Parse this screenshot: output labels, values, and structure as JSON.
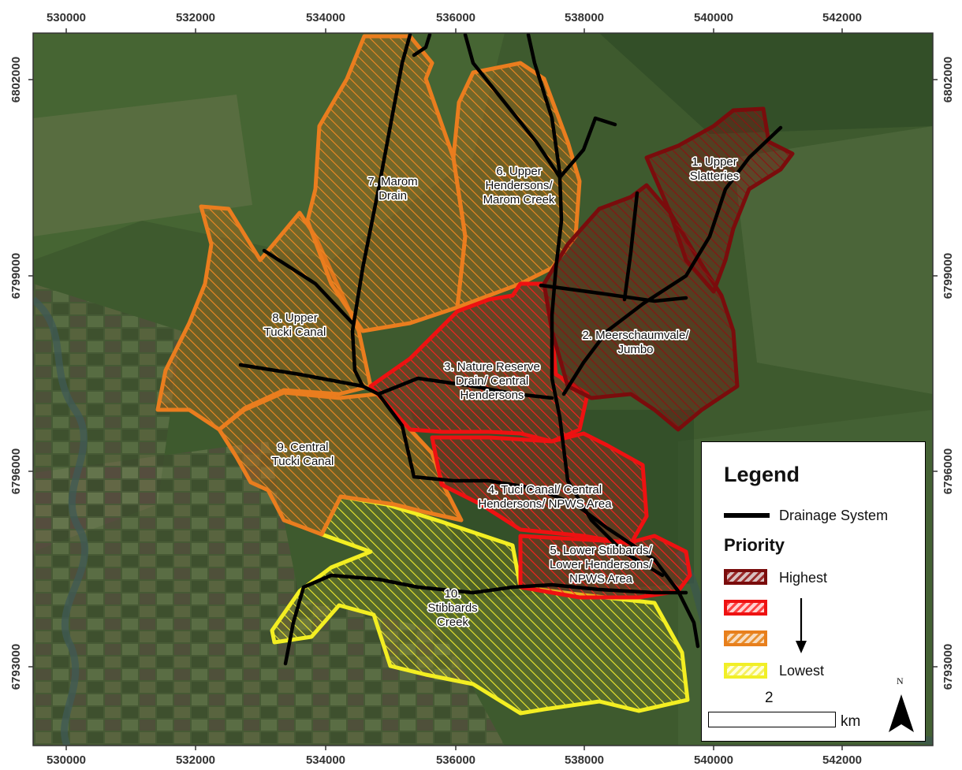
{
  "map": {
    "x_ticks": [
      "530000",
      "532000",
      "534000",
      "536000",
      "538000",
      "540000",
      "542000"
    ],
    "y_ticks": [
      "6802000",
      "6799000",
      "6796000",
      "6793000"
    ],
    "colors": {
      "highest": "#7a0c0c",
      "second": "#ee1111",
      "third": "#e87f1c",
      "lowest": "#f1ef26",
      "drainage": "#000000"
    },
    "zones": [
      {
        "label": [
          "1. Upper",
          "Slatteries"
        ],
        "priority": "highest"
      },
      {
        "label": [
          "2. Meerschaumvale/",
          "Jumbo"
        ],
        "priority": "highest"
      },
      {
        "label": [
          "3. Nature Reserve",
          "Drain/ Central",
          "Hendersons"
        ],
        "priority": "second"
      },
      {
        "label": [
          "4. Tuci Canal/ Central",
          "Hendersons/ NPWS Area"
        ],
        "priority": "second"
      },
      {
        "label": [
          "5. Lower Stibbards/",
          "Lower Hendersons/",
          "NPWS Area"
        ],
        "priority": "second"
      },
      {
        "label": [
          "6. Upper",
          "Hendersons/",
          "Marom Creek"
        ],
        "priority": "third"
      },
      {
        "label": [
          "7. Marom",
          "Drain"
        ],
        "priority": "third"
      },
      {
        "label": [
          "8. Upper",
          "Tucki Canal"
        ],
        "priority": "third"
      },
      {
        "label": [
          "9. Central",
          "Tucki Canal"
        ],
        "priority": "third"
      },
      {
        "label": [
          "10.",
          "Stibbards",
          "Creek"
        ],
        "priority": "lowest"
      }
    ]
  },
  "legend": {
    "title": "Legend",
    "drainage_label": "Drainage System",
    "priority_title": "Priority",
    "highest_label": "Highest",
    "lowest_label": "Lowest",
    "scale_value": "2",
    "scale_unit": "km",
    "north_label": "N"
  }
}
